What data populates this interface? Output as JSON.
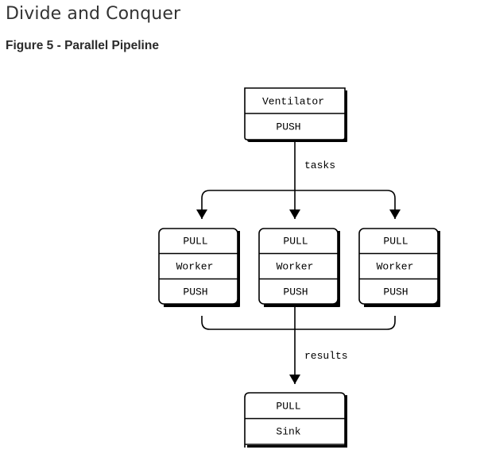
{
  "page": {
    "title": "Divide and Conquer",
    "caption": "Figure 5 - Parallel Pipeline"
  },
  "diagram": {
    "ventilator": {
      "name": "Ventilator",
      "socket": "PUSH"
    },
    "workers": [
      {
        "in_socket": "PULL",
        "name": "Worker",
        "out_socket": "PUSH"
      },
      {
        "in_socket": "PULL",
        "name": "Worker",
        "out_socket": "PUSH"
      },
      {
        "in_socket": "PULL",
        "name": "Worker",
        "out_socket": "PUSH"
      }
    ],
    "sink": {
      "socket": "PULL",
      "name": "Sink"
    },
    "edge_labels": {
      "tasks": "tasks",
      "results": "results"
    }
  },
  "colors": {
    "stroke": "#000000",
    "shadow": "#000000",
    "box_fill": "#ffffff",
    "title_text": "#333333"
  }
}
